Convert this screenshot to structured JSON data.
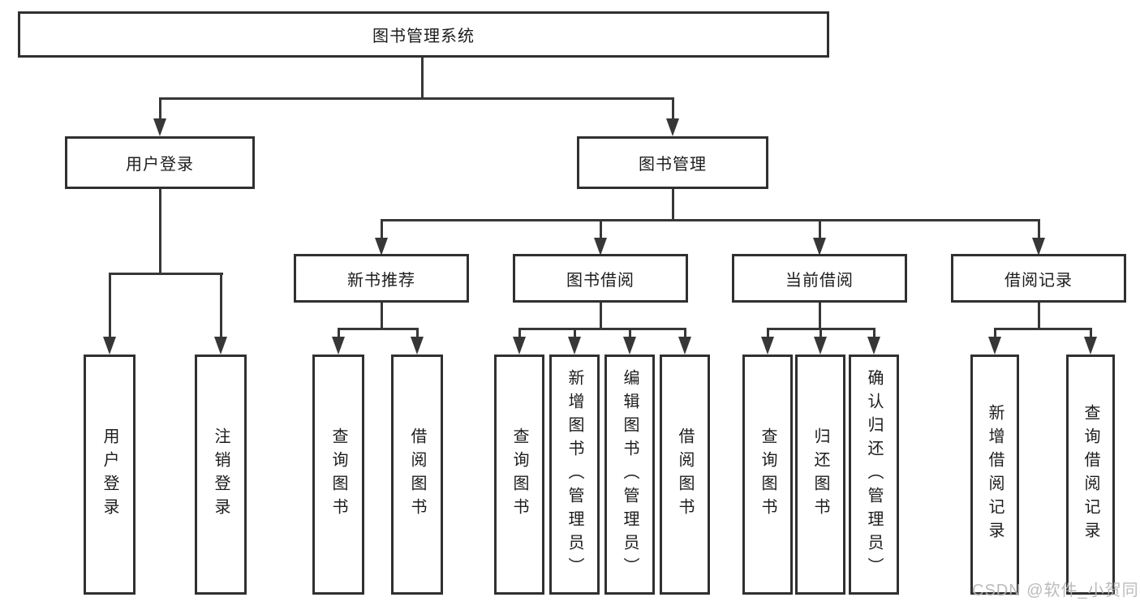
{
  "tree": {
    "root": {
      "label": "图书管理系统"
    },
    "branches": [
      {
        "label": "用户登录",
        "children": [
          {
            "label": "用户登录"
          },
          {
            "label": "注销登录"
          }
        ]
      },
      {
        "label": "图书管理",
        "children": [
          {
            "label": "新书推荐",
            "children": [
              {
                "label": "查询图书"
              },
              {
                "label": "借阅图书"
              }
            ]
          },
          {
            "label": "图书借阅",
            "children": [
              {
                "label": "查询图书"
              },
              {
                "label": "新增图书（管理员）"
              },
              {
                "label": "编辑图书（管理员）"
              },
              {
                "label": "借阅图书"
              }
            ]
          },
          {
            "label": "当前借阅",
            "children": [
              {
                "label": "查询图书"
              },
              {
                "label": "归还图书"
              },
              {
                "label": "确认归还（管理员）"
              }
            ]
          },
          {
            "label": "借阅记录",
            "children": [
              {
                "label": "新增借阅记录"
              },
              {
                "label": "查询借阅记录"
              }
            ]
          }
        ]
      }
    ]
  },
  "watermark": {
    "text": "CSDN @软件_小贺同学"
  },
  "colors": {
    "background": "#ffffff",
    "box_border": "#303030",
    "connector_line": "#373737",
    "text": "#1c1c1c",
    "watermark": "#b4b4b4"
  }
}
